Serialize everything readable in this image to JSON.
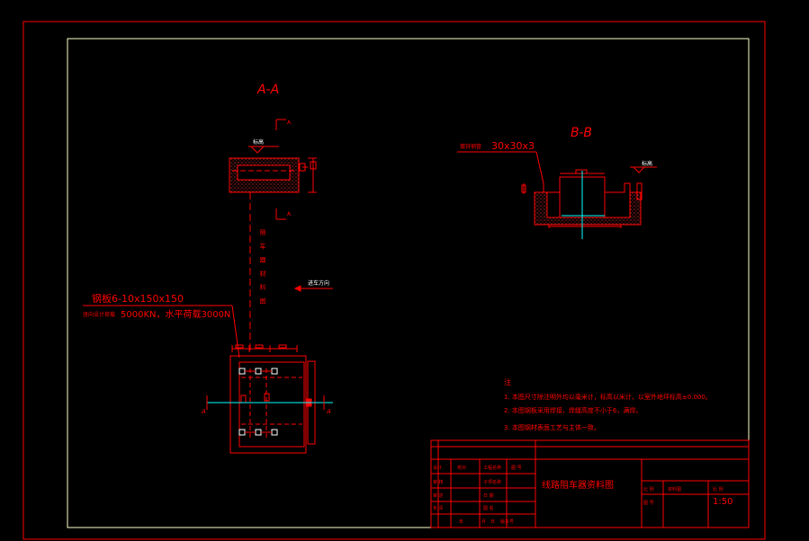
{
  "colors": {
    "background": "#000000",
    "outer_border": "#ff0000",
    "inner_border": "#ffffcc",
    "lines": "#ff0000",
    "axis": "#00ffff",
    "text": "#ff0000",
    "hatch": "#ff0000"
  },
  "views": {
    "section_aa": {
      "label": "A-A",
      "cut_marks": [
        "A",
        "A"
      ],
      "elev_mark": "标高"
    },
    "section_bb": {
      "label": "B-B",
      "pipe_note": "30x30x3",
      "pipe_prefix": "镀锌钢管",
      "elev_mark": "标高"
    }
  },
  "plan": {
    "anchor_note": "钢板6-10x150x150",
    "load_note": "5000KN，水平荷载3000N",
    "load_prefix": "竖向设计荷载",
    "side_marks": [
      "A",
      "A"
    ],
    "direction_label": "进车方向",
    "vertical_text": "限 车 器 材 料 图"
  },
  "notes": {
    "title": "注",
    "items": [
      "1. 本图尺寸除注明外均以毫米计，标高以米计，以室外地坪标高±0.000。",
      "2. 本图钢板采用焊接，焊缝高度不小于6，满焊。",
      "3. 本图钢材表面工艺与主体一致。"
    ]
  },
  "title_block": {
    "drawing_name": "线路阻车器资料图",
    "scale": "1:50",
    "cells": {
      "r1": [
        "设计",
        "校对",
        "工程名称",
        "图 号"
      ],
      "r2": [
        "审 核",
        "审 定",
        "子项名称"
      ],
      "r3": [
        "负 责",
        "日 期",
        "图 名"
      ],
      "bottom": [
        "年",
        "月",
        "日",
        "版本号"
      ],
      "right": [
        "比 例",
        "图 号",
        "资料图"
      ],
      "right2": [
        "比 例"
      ]
    }
  }
}
